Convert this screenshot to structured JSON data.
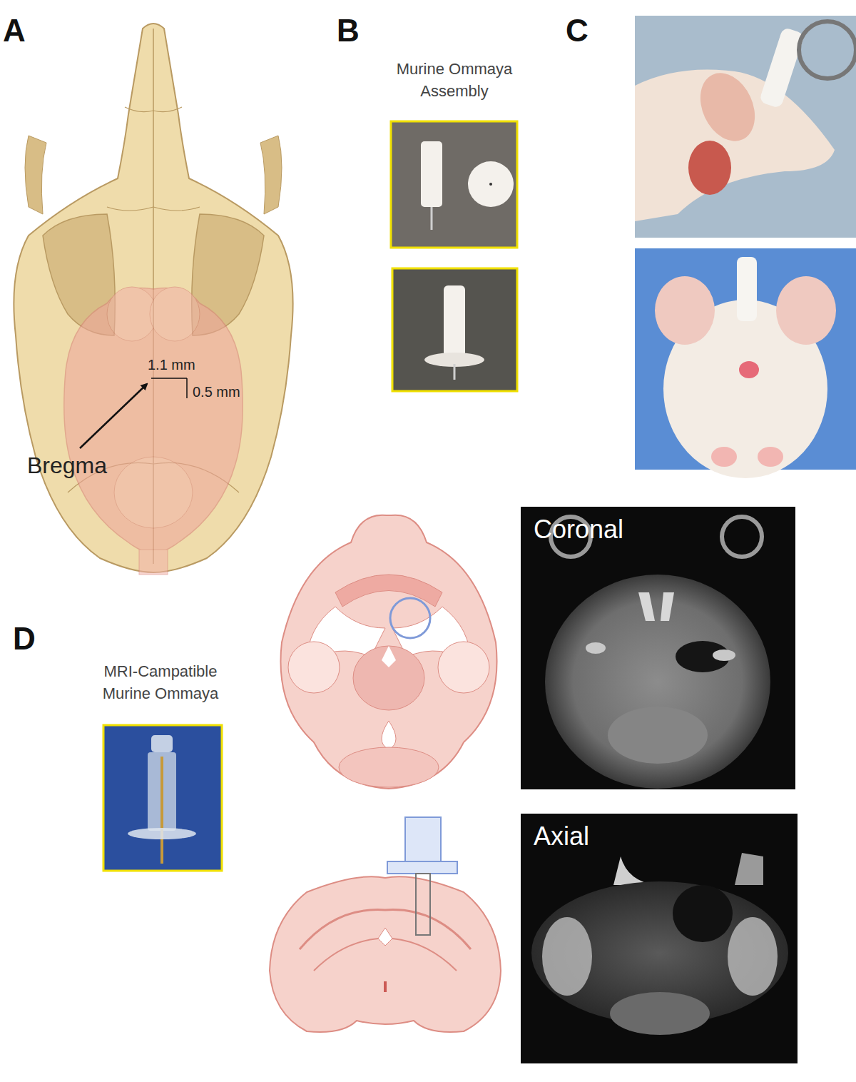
{
  "diagram": {
    "nodes": [
      {
        "text": [
          "Coronal"
        ]
      },
      {
        "text": [
          "Axial"
        ]
      }
    ],
    "labels": [
      "A",
      "B",
      "Murine Ommaya Assembly",
      "C",
      "1.1 mm",
      "0.5 mm",
      "Bregma",
      "D",
      "MRI-Campatible Murine Ommaya"
    ]
  }
}
